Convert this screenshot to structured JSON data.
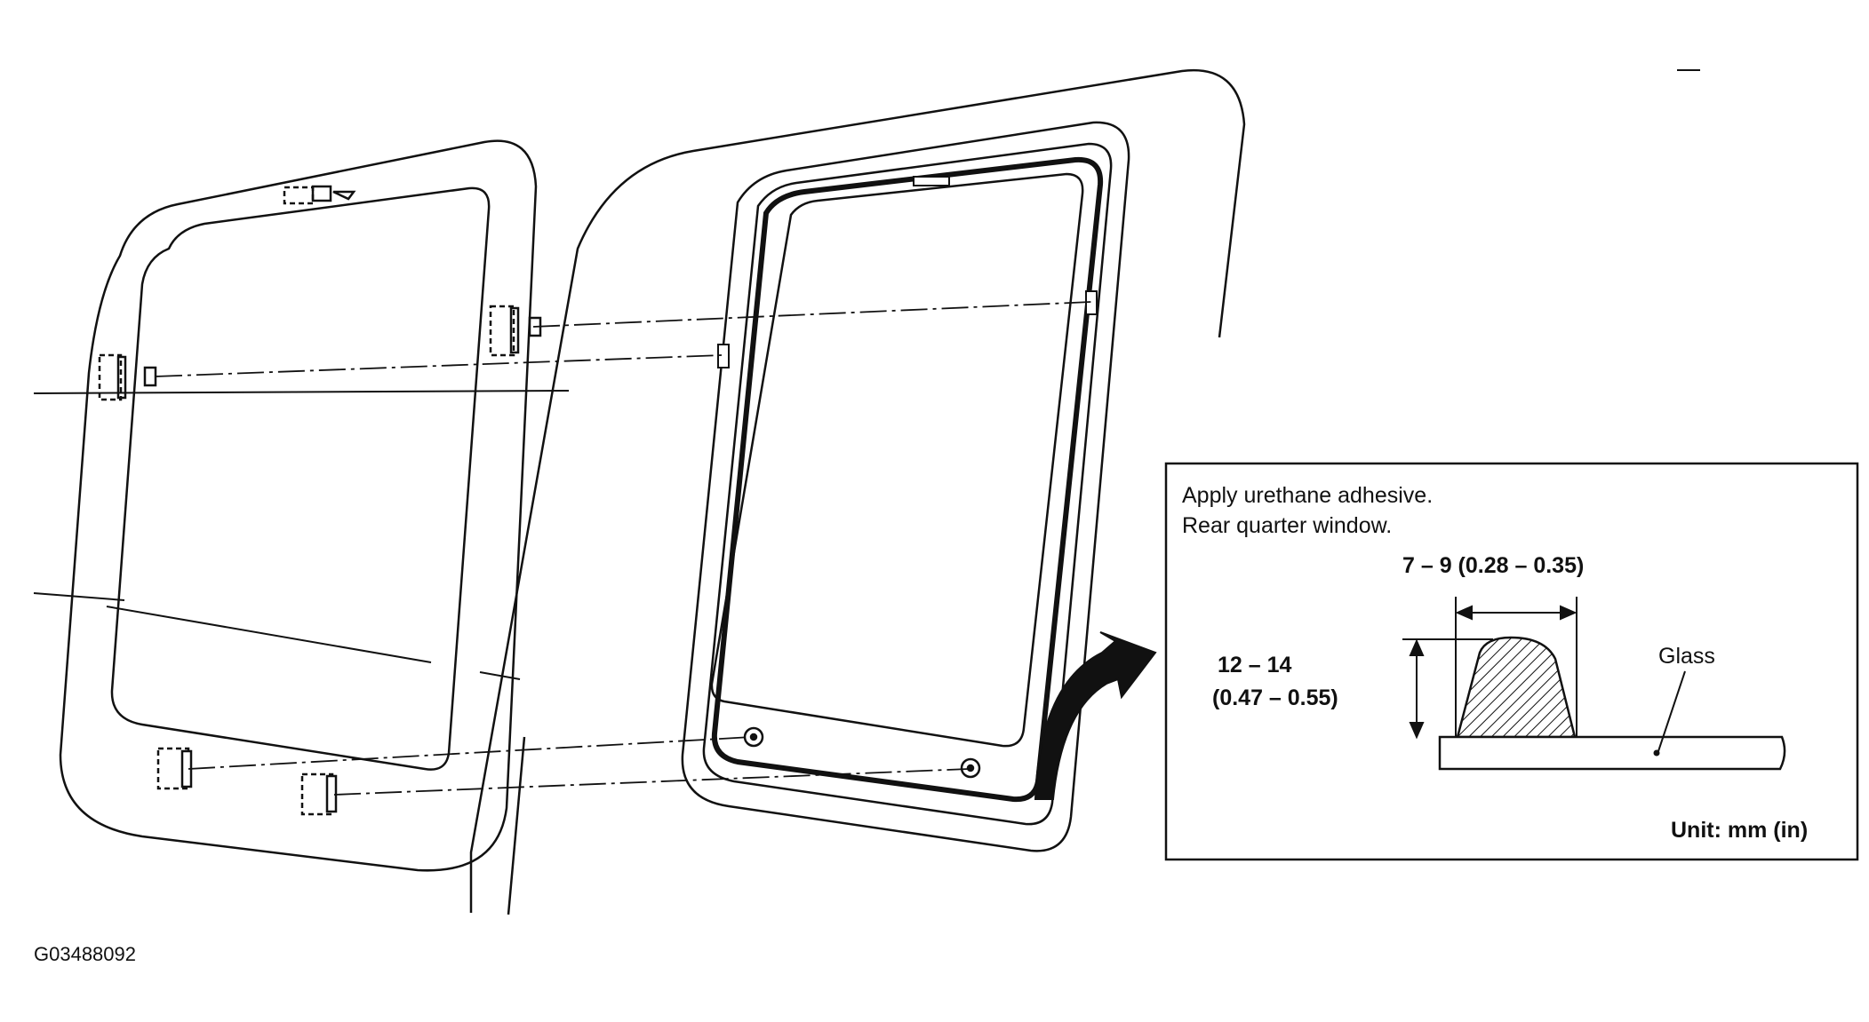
{
  "callout": {
    "instruction_line1": "Apply urethane adhesive.",
    "instruction_line2": "Rear quarter window.",
    "width_dim": "7 – 9 (0.28 – 0.35)",
    "height_dim_line1": "12 – 14",
    "height_dim_line2": "(0.47 – 0.55)",
    "glass_label": "Glass",
    "unit_label": "Unit: mm (in)"
  },
  "figure_id": "G03488092",
  "colors": {
    "line": "#111111",
    "background": "#ffffff"
  }
}
